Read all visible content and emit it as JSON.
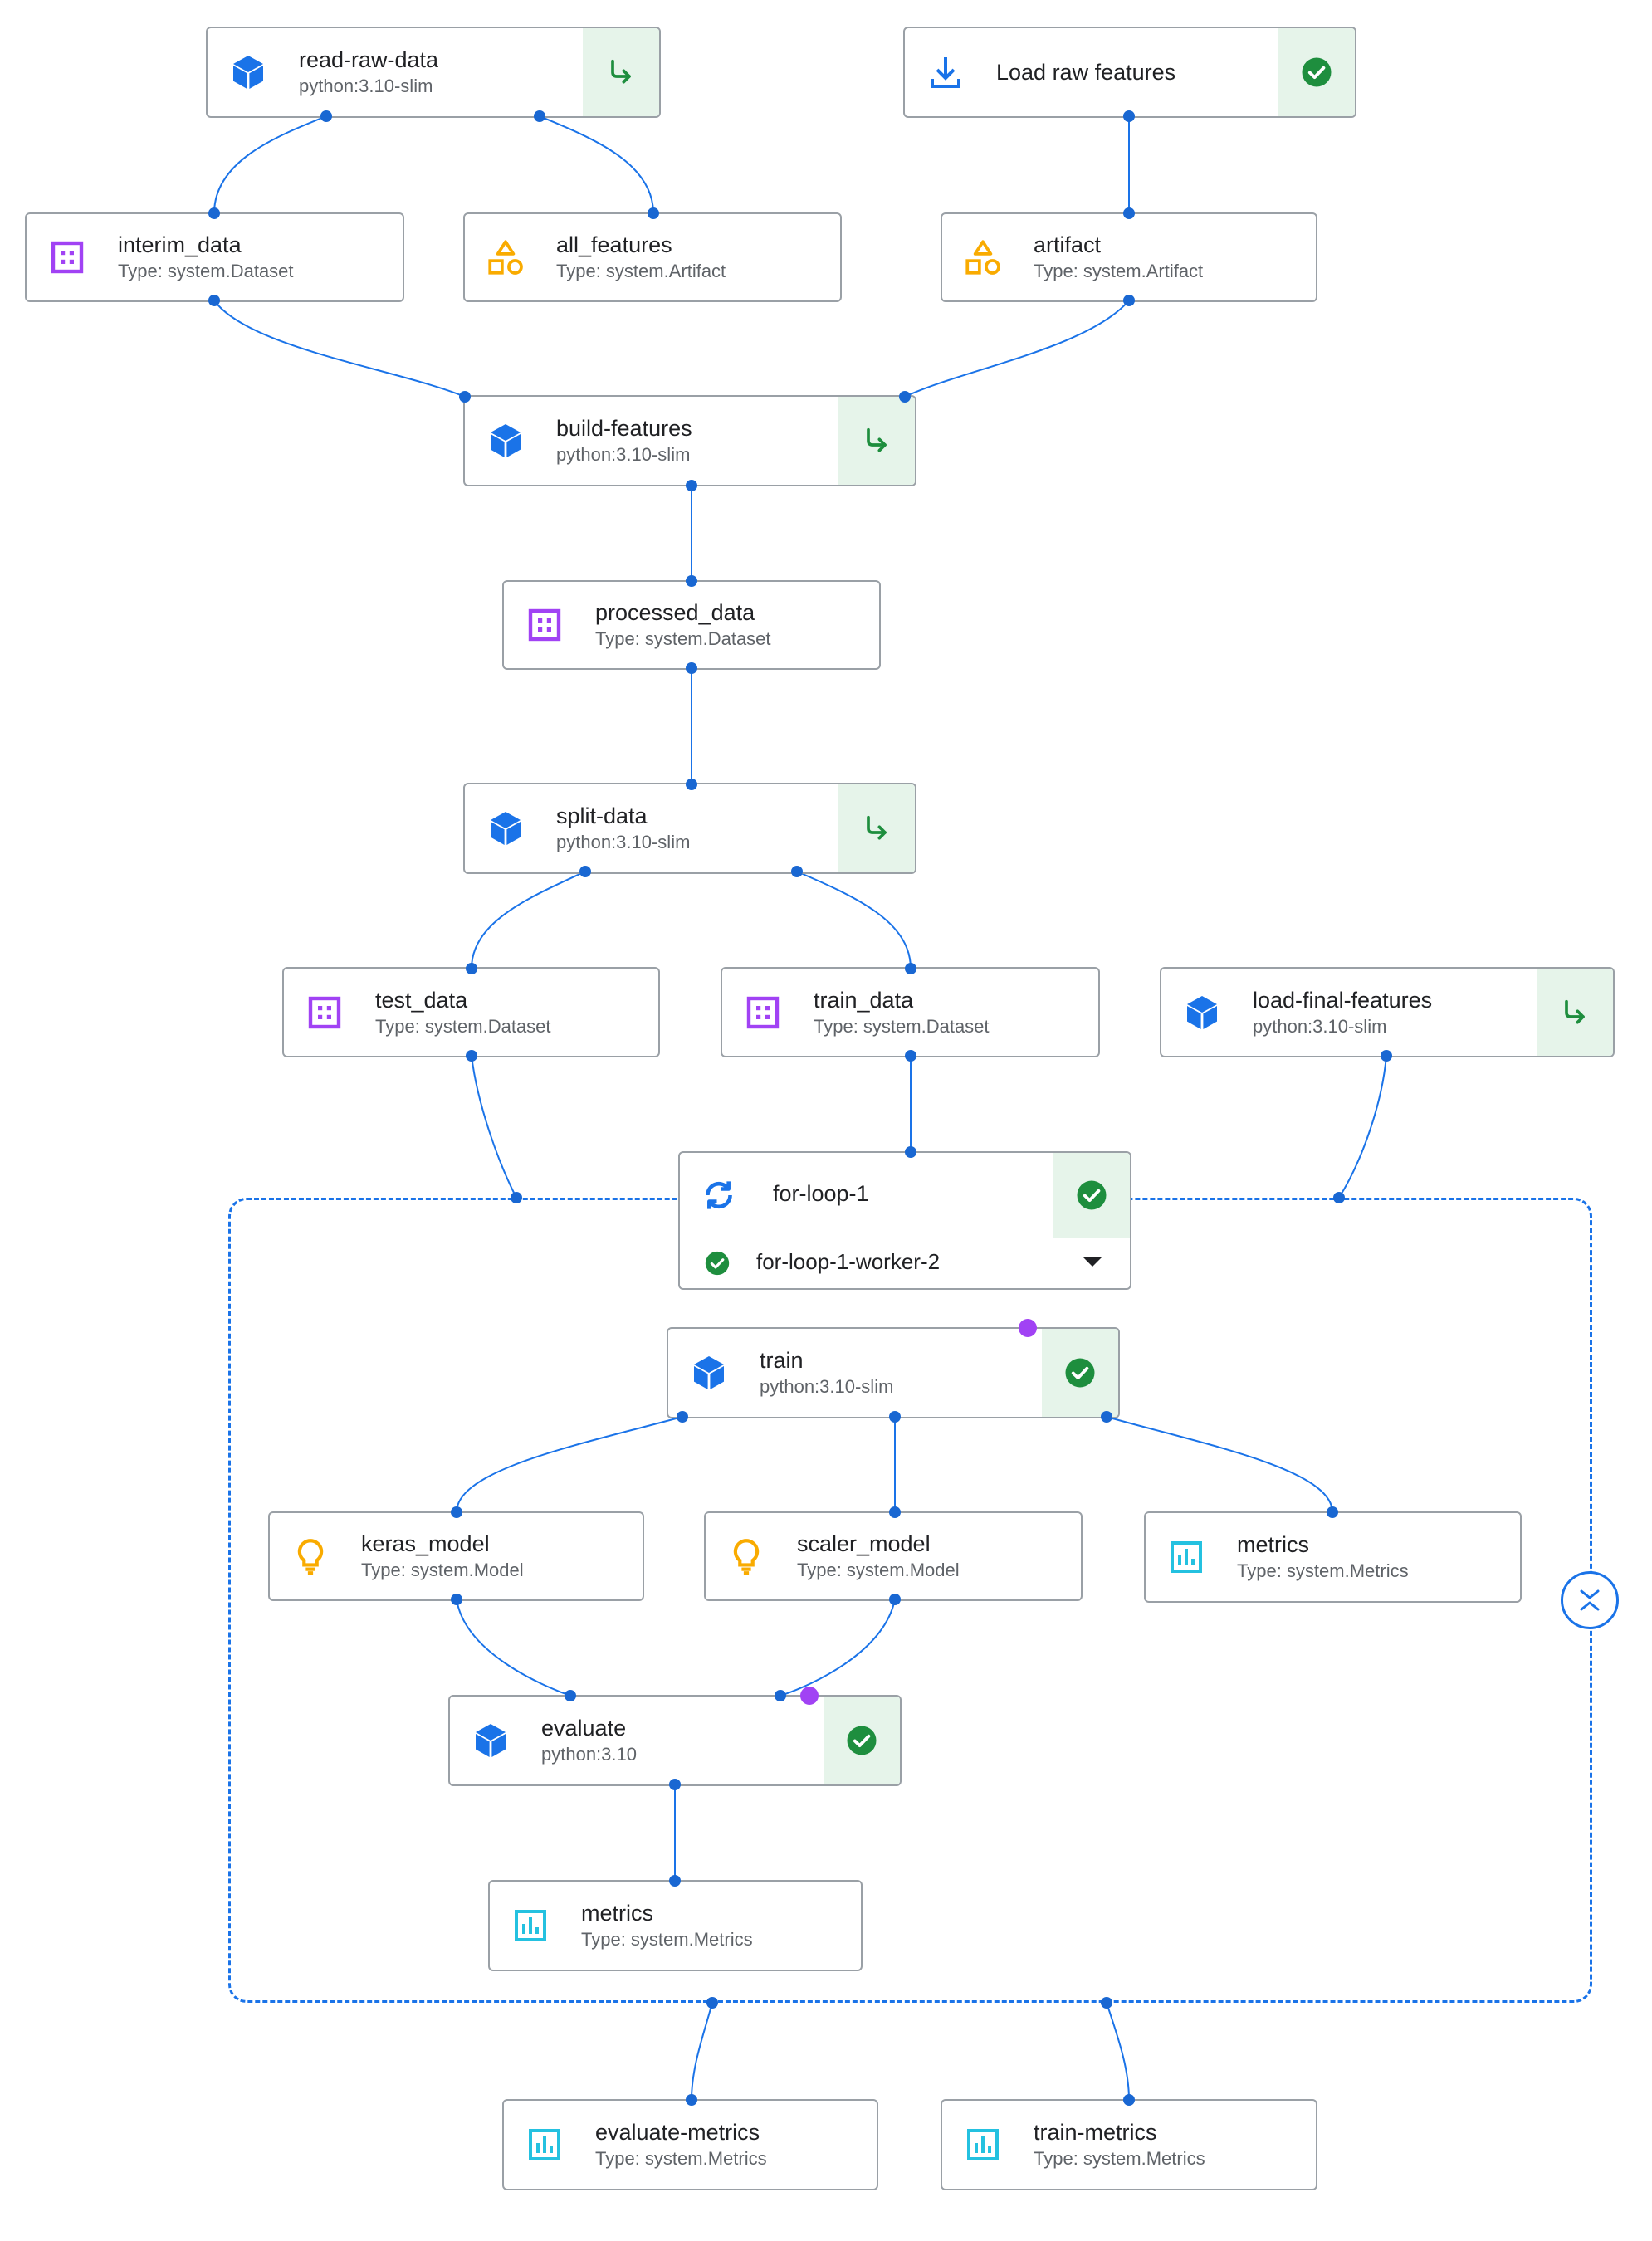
{
  "colors": {
    "edge": "#1a73e8",
    "dot": "#1967d2",
    "purple_dot": "#a142f4",
    "success": "#1e8e3e",
    "success_bg": "#e6f4ea",
    "dataset": "#a142f4",
    "artifact": "#f9ab00",
    "model": "#f9ab00",
    "metrics": "#24c1e0",
    "component": "#1a73e8",
    "border": "#9aa0a6"
  },
  "nodes": {
    "read_raw_data": {
      "title": "read-raw-data",
      "sub": "python:3.10-slim",
      "icon": "cube-icon",
      "status": "cache-icon"
    },
    "load_raw_features": {
      "title": "Load raw features",
      "icon": "download-icon",
      "status": "check-icon"
    },
    "interim_data": {
      "title": "interim_data",
      "sub": "Type: system.Dataset",
      "icon": "dataset-icon"
    },
    "all_features": {
      "title": "all_features",
      "sub": "Type: system.Artifact",
      "icon": "artifact-icon"
    },
    "artifact": {
      "title": "artifact",
      "sub": "Type: system.Artifact",
      "icon": "artifact-icon"
    },
    "build_features": {
      "title": "build-features",
      "sub": "python:3.10-slim",
      "icon": "cube-icon",
      "status": "cache-icon"
    },
    "processed_data": {
      "title": "processed_data",
      "sub": "Type: system.Dataset",
      "icon": "dataset-icon"
    },
    "split_data": {
      "title": "split-data",
      "sub": "python:3.10-slim",
      "icon": "cube-icon",
      "status": "cache-icon"
    },
    "test_data": {
      "title": "test_data",
      "sub": "Type: system.Dataset",
      "icon": "dataset-icon"
    },
    "train_data": {
      "title": "train_data",
      "sub": "Type: system.Dataset",
      "icon": "dataset-icon"
    },
    "load_final_features": {
      "title": "load-final-features",
      "sub": "python:3.10-slim",
      "icon": "cube-icon",
      "status": "cache-icon"
    },
    "for_loop": {
      "title": "for-loop-1",
      "worker": "for-loop-1-worker-2",
      "icon": "loop-icon",
      "status": "check-icon"
    },
    "train": {
      "title": "train",
      "sub": "python:3.10-slim",
      "icon": "cube-icon",
      "status": "check-icon"
    },
    "keras_model": {
      "title": "keras_model",
      "sub": "Type: system.Model",
      "icon": "bulb-icon"
    },
    "scaler_model": {
      "title": "scaler_model",
      "sub": "Type: system.Model",
      "icon": "bulb-icon"
    },
    "metrics_train": {
      "title": "metrics",
      "sub": "Type: system.Metrics",
      "icon": "metrics-icon"
    },
    "evaluate": {
      "title": "evaluate",
      "sub": "python:3.10",
      "icon": "cube-icon",
      "status": "check-icon"
    },
    "metrics_eval": {
      "title": "metrics",
      "sub": "Type: system.Metrics",
      "icon": "metrics-icon"
    },
    "evaluate_metrics": {
      "title": "evaluate-metrics",
      "sub": "Type: system.Metrics",
      "icon": "metrics-icon"
    },
    "train_metrics": {
      "title": "train-metrics",
      "sub": "Type: system.Metrics",
      "icon": "metrics-icon"
    }
  }
}
